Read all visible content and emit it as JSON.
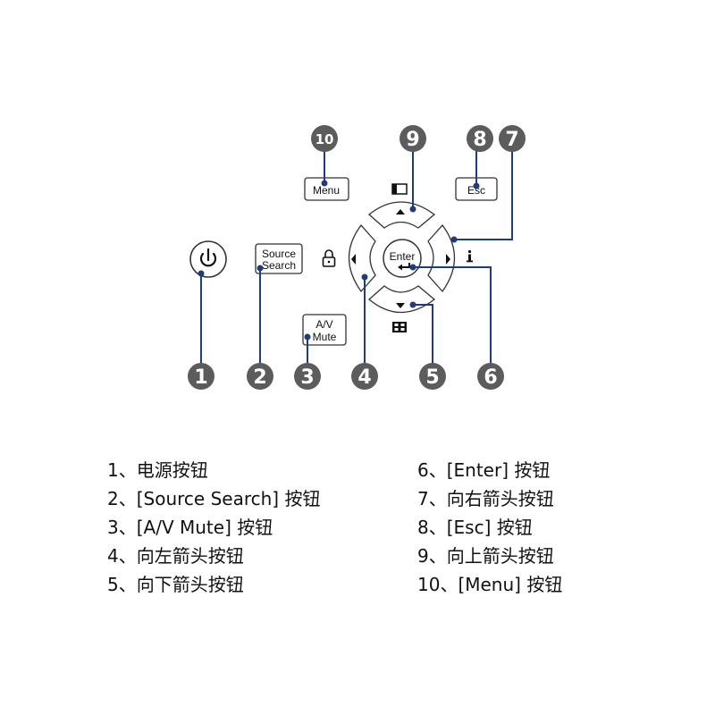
{
  "buttons": {
    "source_line1": "Source",
    "source_line2": "Search",
    "av_line1": "A/V",
    "av_line2": "Mute",
    "menu": "Menu",
    "esc": "Esc",
    "enter": "Enter"
  },
  "callouts": [
    "1",
    "2",
    "3",
    "4",
    "5",
    "6",
    "7",
    "8",
    "9",
    "10"
  ],
  "legend": {
    "left": [
      "1、电源按钮",
      "2、[Source Search] 按钮",
      "3、[A/V Mute] 按钮",
      "4、向左箭头按钮",
      "5、向下箭头按钮"
    ],
    "right": [
      "6、[Enter] 按钮",
      "7、向右箭头按钮",
      "8、[Esc] 按钮",
      "9、向上箭头按钮",
      "10、[Menu] 按钮"
    ]
  },
  "colors": {
    "leader_line": "#1f3d7a",
    "callout_fill": "#5c5c5c",
    "button_outline": "#333333"
  },
  "icons": [
    "power-icon",
    "lock-icon",
    "info-icon",
    "aspect-icon",
    "test-pattern-icon",
    "enter-return-icon"
  ]
}
